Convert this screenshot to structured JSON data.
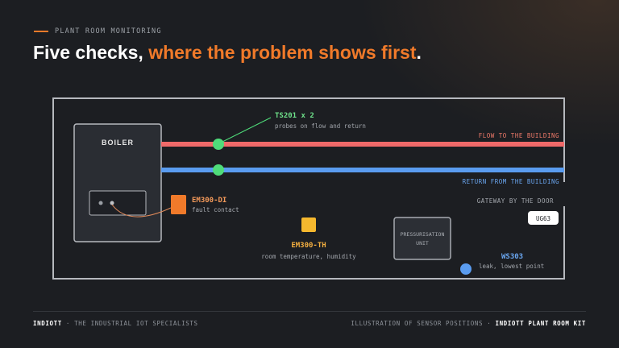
{
  "header": {
    "eyebrow": "PLANT ROOM MONITORING",
    "headline_plain": "Five checks, ",
    "headline_accent": "where the problem shows first",
    "headline_end": "."
  },
  "diagram": {
    "boiler_label": "BOILER",
    "flow_label": "FLOW TO THE BUILDING",
    "return_label": "RETURN FROM THE BUILDING",
    "gateway_label": "GATEWAY BY THE DOOR",
    "gateway_device": "UG63",
    "pressurisation_line1": "PRESSURISATION",
    "pressurisation_line2": "UNIT",
    "sensors": {
      "ts201": {
        "name": "TS201 x 2",
        "desc": "probes on flow and return"
      },
      "em300di": {
        "name": "EM300-DI",
        "desc": "fault contact"
      },
      "em300th": {
        "name": "EM300-TH",
        "desc": "room temperature, humidity"
      },
      "ws303": {
        "name": "WS303",
        "desc": "leak, lowest point"
      }
    }
  },
  "colors": {
    "accent": "#f07a2a",
    "flow": "#f06a6a",
    "return": "#5a9cf0",
    "ts201": "#4fdc7a",
    "em300di": "#f07a2a",
    "em300th": "#f5b82e",
    "ws303": "#5a9cf0"
  },
  "footer": {
    "brand": "INDIOTT",
    "tagline": " · THE INDUSTRIAL IOT SPECIALISTS",
    "caption": "ILLUSTRATION OF SENSOR POSITIONS · ",
    "kit": "INDIOTT PLANT ROOM KIT"
  }
}
